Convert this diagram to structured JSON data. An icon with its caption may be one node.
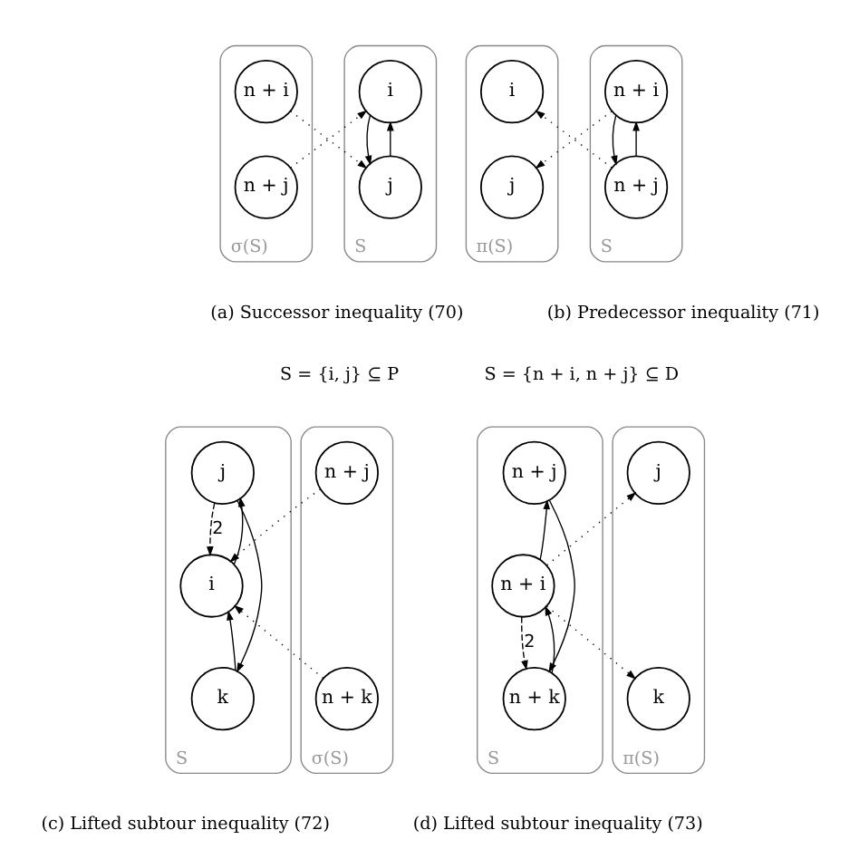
{
  "diagram": {
    "nodes": [
      {
        "text": [
          "S"
        ]
      },
      {
        "text": [
          "i"
        ],
        "in": 0
      },
      {
        "text": [
          "j"
        ],
        "in": 0
      },
      {
        "text": [
          "σ(S)"
        ]
      },
      {
        "text": [
          "n + i"
        ],
        "in": 3
      },
      {
        "text": [
          "n + j"
        ],
        "in": 3
      },
      {
        "text": [
          "S"
        ]
      },
      {
        "text": [
          "n + i"
        ],
        "in": 6
      },
      {
        "text": [
          "n + j"
        ],
        "in": 6
      },
      {
        "text": [
          "π(S)"
        ]
      },
      {
        "text": [
          "i"
        ],
        "in": 9
      },
      {
        "text": [
          "j"
        ],
        "in": 9
      },
      {
        "text": [
          "σ(S)"
        ]
      },
      {
        "text": [
          "n + j"
        ],
        "in": 12
      },
      {
        "text": [
          "n + k"
        ],
        "in": 12
      },
      {
        "text": [
          "S"
        ]
      },
      {
        "text": [
          "j"
        ],
        "in": 15
      },
      {
        "text": [
          "i"
        ],
        "in": 15
      },
      {
        "text": [
          "k"
        ],
        "in": 15
      },
      {
        "text": [
          "π(S)"
        ]
      },
      {
        "text": [
          "j"
        ],
        "in": 19
      },
      {
        "text": [
          "k"
        ],
        "in": 19
      },
      {
        "text": [
          "S"
        ]
      },
      {
        "text": [
          "n + j"
        ],
        "in": 22
      },
      {
        "text": [
          "n + i"
        ],
        "in": 22
      },
      {
        "text": [
          "n + k"
        ],
        "in": 22
      }
    ],
    "edges": [
      {
        "from": 1,
        "to": 2,
        "arrow": "to"
      },
      {
        "from": 2,
        "to": 1,
        "arrow": "to"
      },
      {
        "from": 5,
        "to": 1,
        "arrow": "to",
        "style": "dashed"
      },
      {
        "from": 4,
        "to": 2,
        "arrow": "to",
        "style": "dashed"
      },
      {
        "from": 7,
        "to": 8,
        "arrow": "to"
      },
      {
        "from": 8,
        "to": 7,
        "arrow": "to"
      },
      {
        "from": 7,
        "to": 11,
        "arrow": "to",
        "style": "dashed"
      },
      {
        "from": 8,
        "to": 10,
        "arrow": "to",
        "style": "dashed"
      },
      {
        "from": 13,
        "to": 17,
        "arrow": "to",
        "style": "dashed"
      },
      {
        "from": 14,
        "to": 17,
        "arrow": "to",
        "style": "dashed"
      },
      {
        "from": 16,
        "to": 17,
        "arrow": "to",
        "style": "dashed",
        "label": "2"
      },
      {
        "from": 17,
        "to": 16,
        "arrow": "to"
      },
      {
        "from": 16,
        "to": 18,
        "arrow": "to"
      },
      {
        "from": 18,
        "to": 17,
        "arrow": "to"
      },
      {
        "from": 24,
        "to": 20,
        "arrow": "to",
        "style": "dashed"
      },
      {
        "from": 24,
        "to": 21,
        "arrow": "to",
        "style": "dashed"
      },
      {
        "from": 24,
        "to": 23,
        "arrow": "to"
      },
      {
        "from": 23,
        "to": 25,
        "arrow": "to"
      },
      {
        "from": 25,
        "to": 24,
        "arrow": "to"
      },
      {
        "from": 24,
        "to": 25,
        "arrow": "to",
        "style": "dashed",
        "label": "2"
      }
    ],
    "labels": [
      "(a) Successor inequality (70)",
      "S = {i, j} ⊆ P",
      "(b) Predecessor inequality (71)",
      "S = {n + i, n + j} ⊆ D",
      "(c) Lifted subtour inequality (72)",
      "(d) Lifted subtour inequality (73)"
    ]
  }
}
